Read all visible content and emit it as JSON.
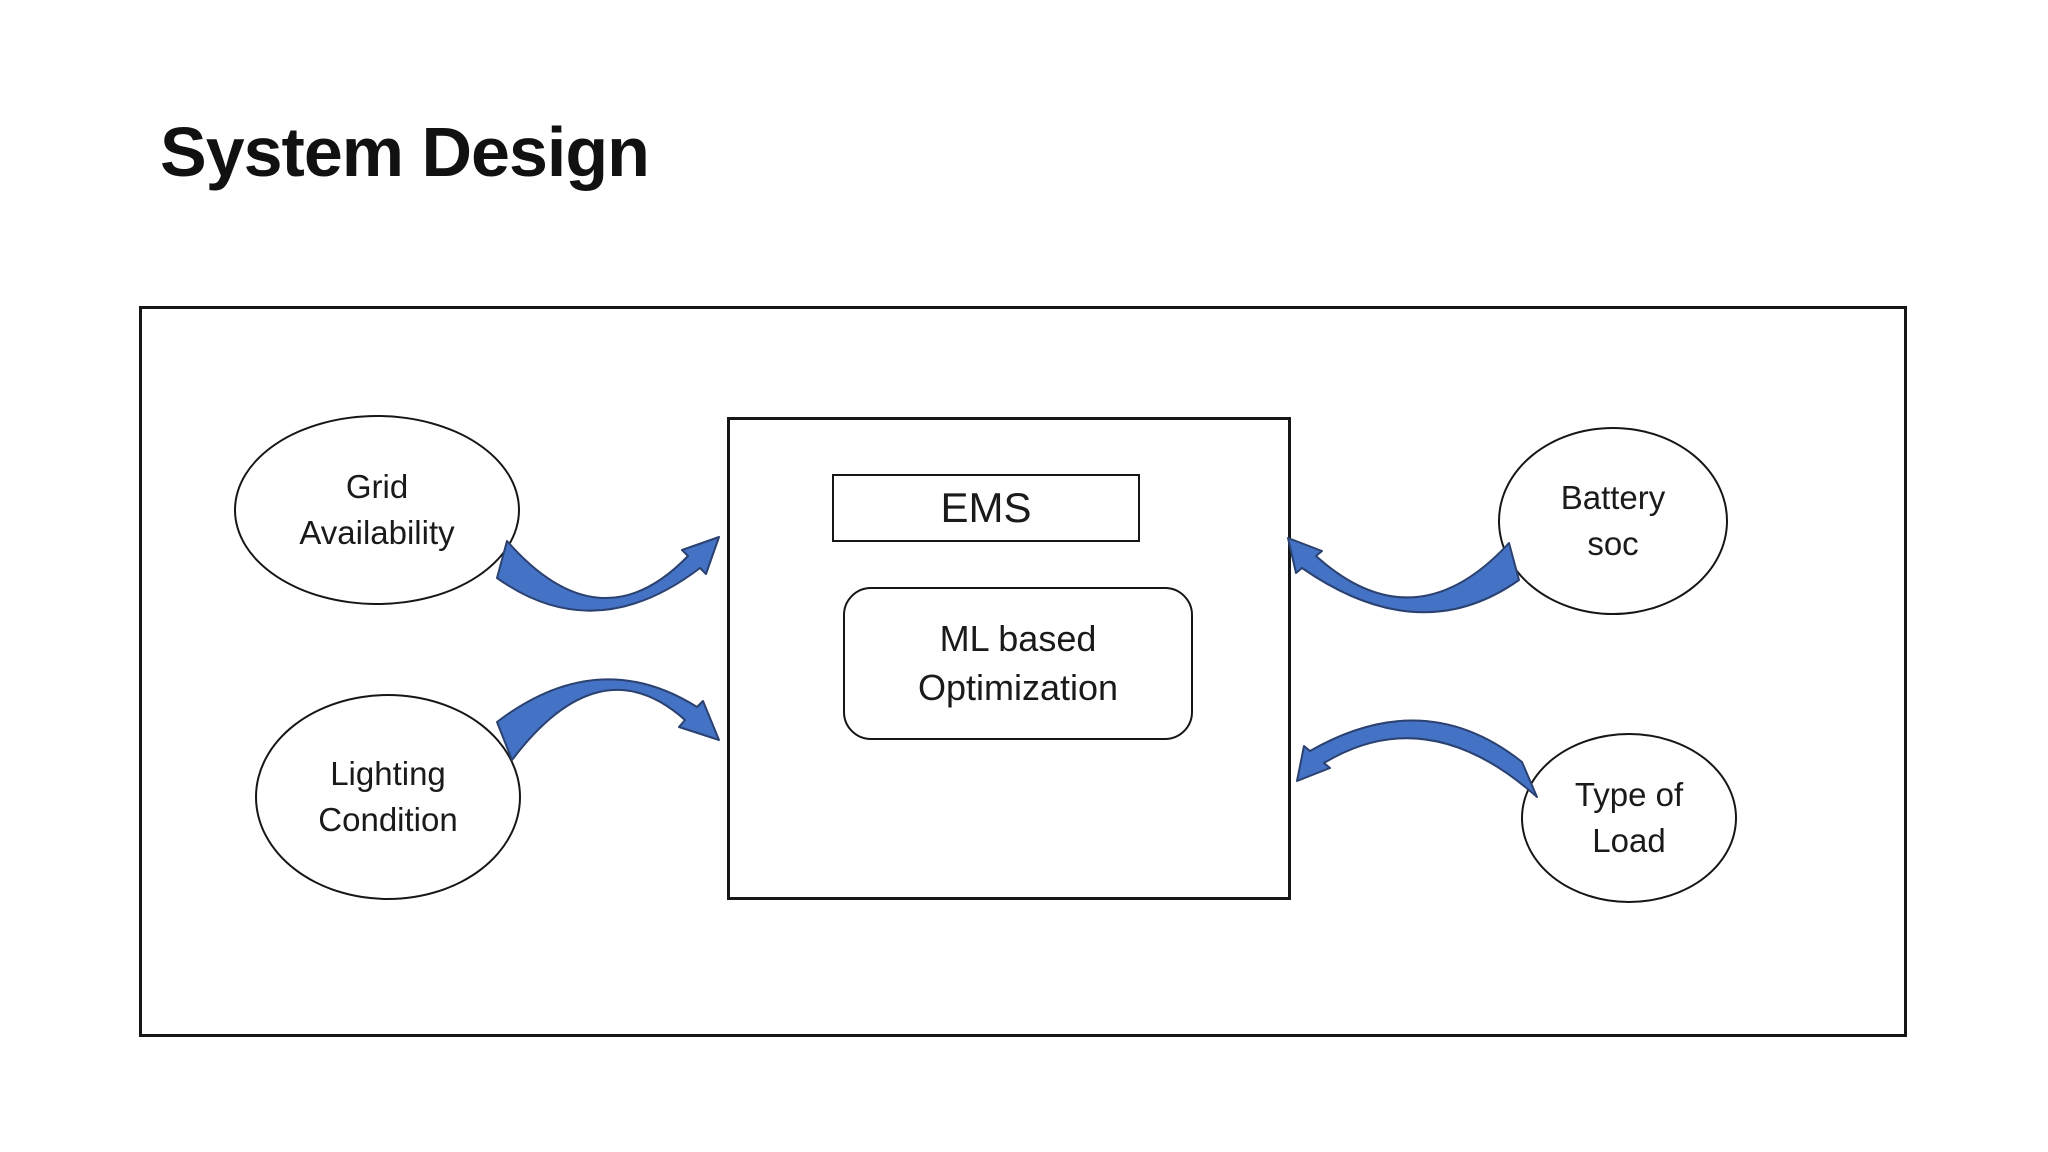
{
  "title": "System Design",
  "diagram": {
    "nodes": {
      "grid_availability": {
        "label": "Grid\nAvailability",
        "shape": "ellipse"
      },
      "lighting_condition": {
        "label": "Lighting\nCondition",
        "shape": "ellipse"
      },
      "battery_soc": {
        "label": "Battery\nsoc",
        "shape": "ellipse"
      },
      "type_of_load": {
        "label": "Type of\nLoad",
        "shape": "ellipse"
      },
      "ems": {
        "label": "EMS",
        "shape": "rectangle"
      },
      "ml_optimization": {
        "label": "ML based\nOptimization",
        "shape": "rounded-rectangle"
      }
    },
    "connections": [
      {
        "from": "grid_availability",
        "to": "ems",
        "arrow": "curved-blue"
      },
      {
        "from": "lighting_condition",
        "to": "ems",
        "arrow": "curved-blue"
      },
      {
        "from": "battery_soc",
        "to": "ems",
        "arrow": "curved-blue"
      },
      {
        "from": "type_of_load",
        "to": "ems",
        "arrow": "curved-blue"
      }
    ],
    "colors": {
      "arrow_fill": "#4472C4",
      "arrow_outline": "#2B4170",
      "shape_outline": "#161616",
      "background": "#ffffff",
      "text": "#1a1a1a"
    }
  }
}
